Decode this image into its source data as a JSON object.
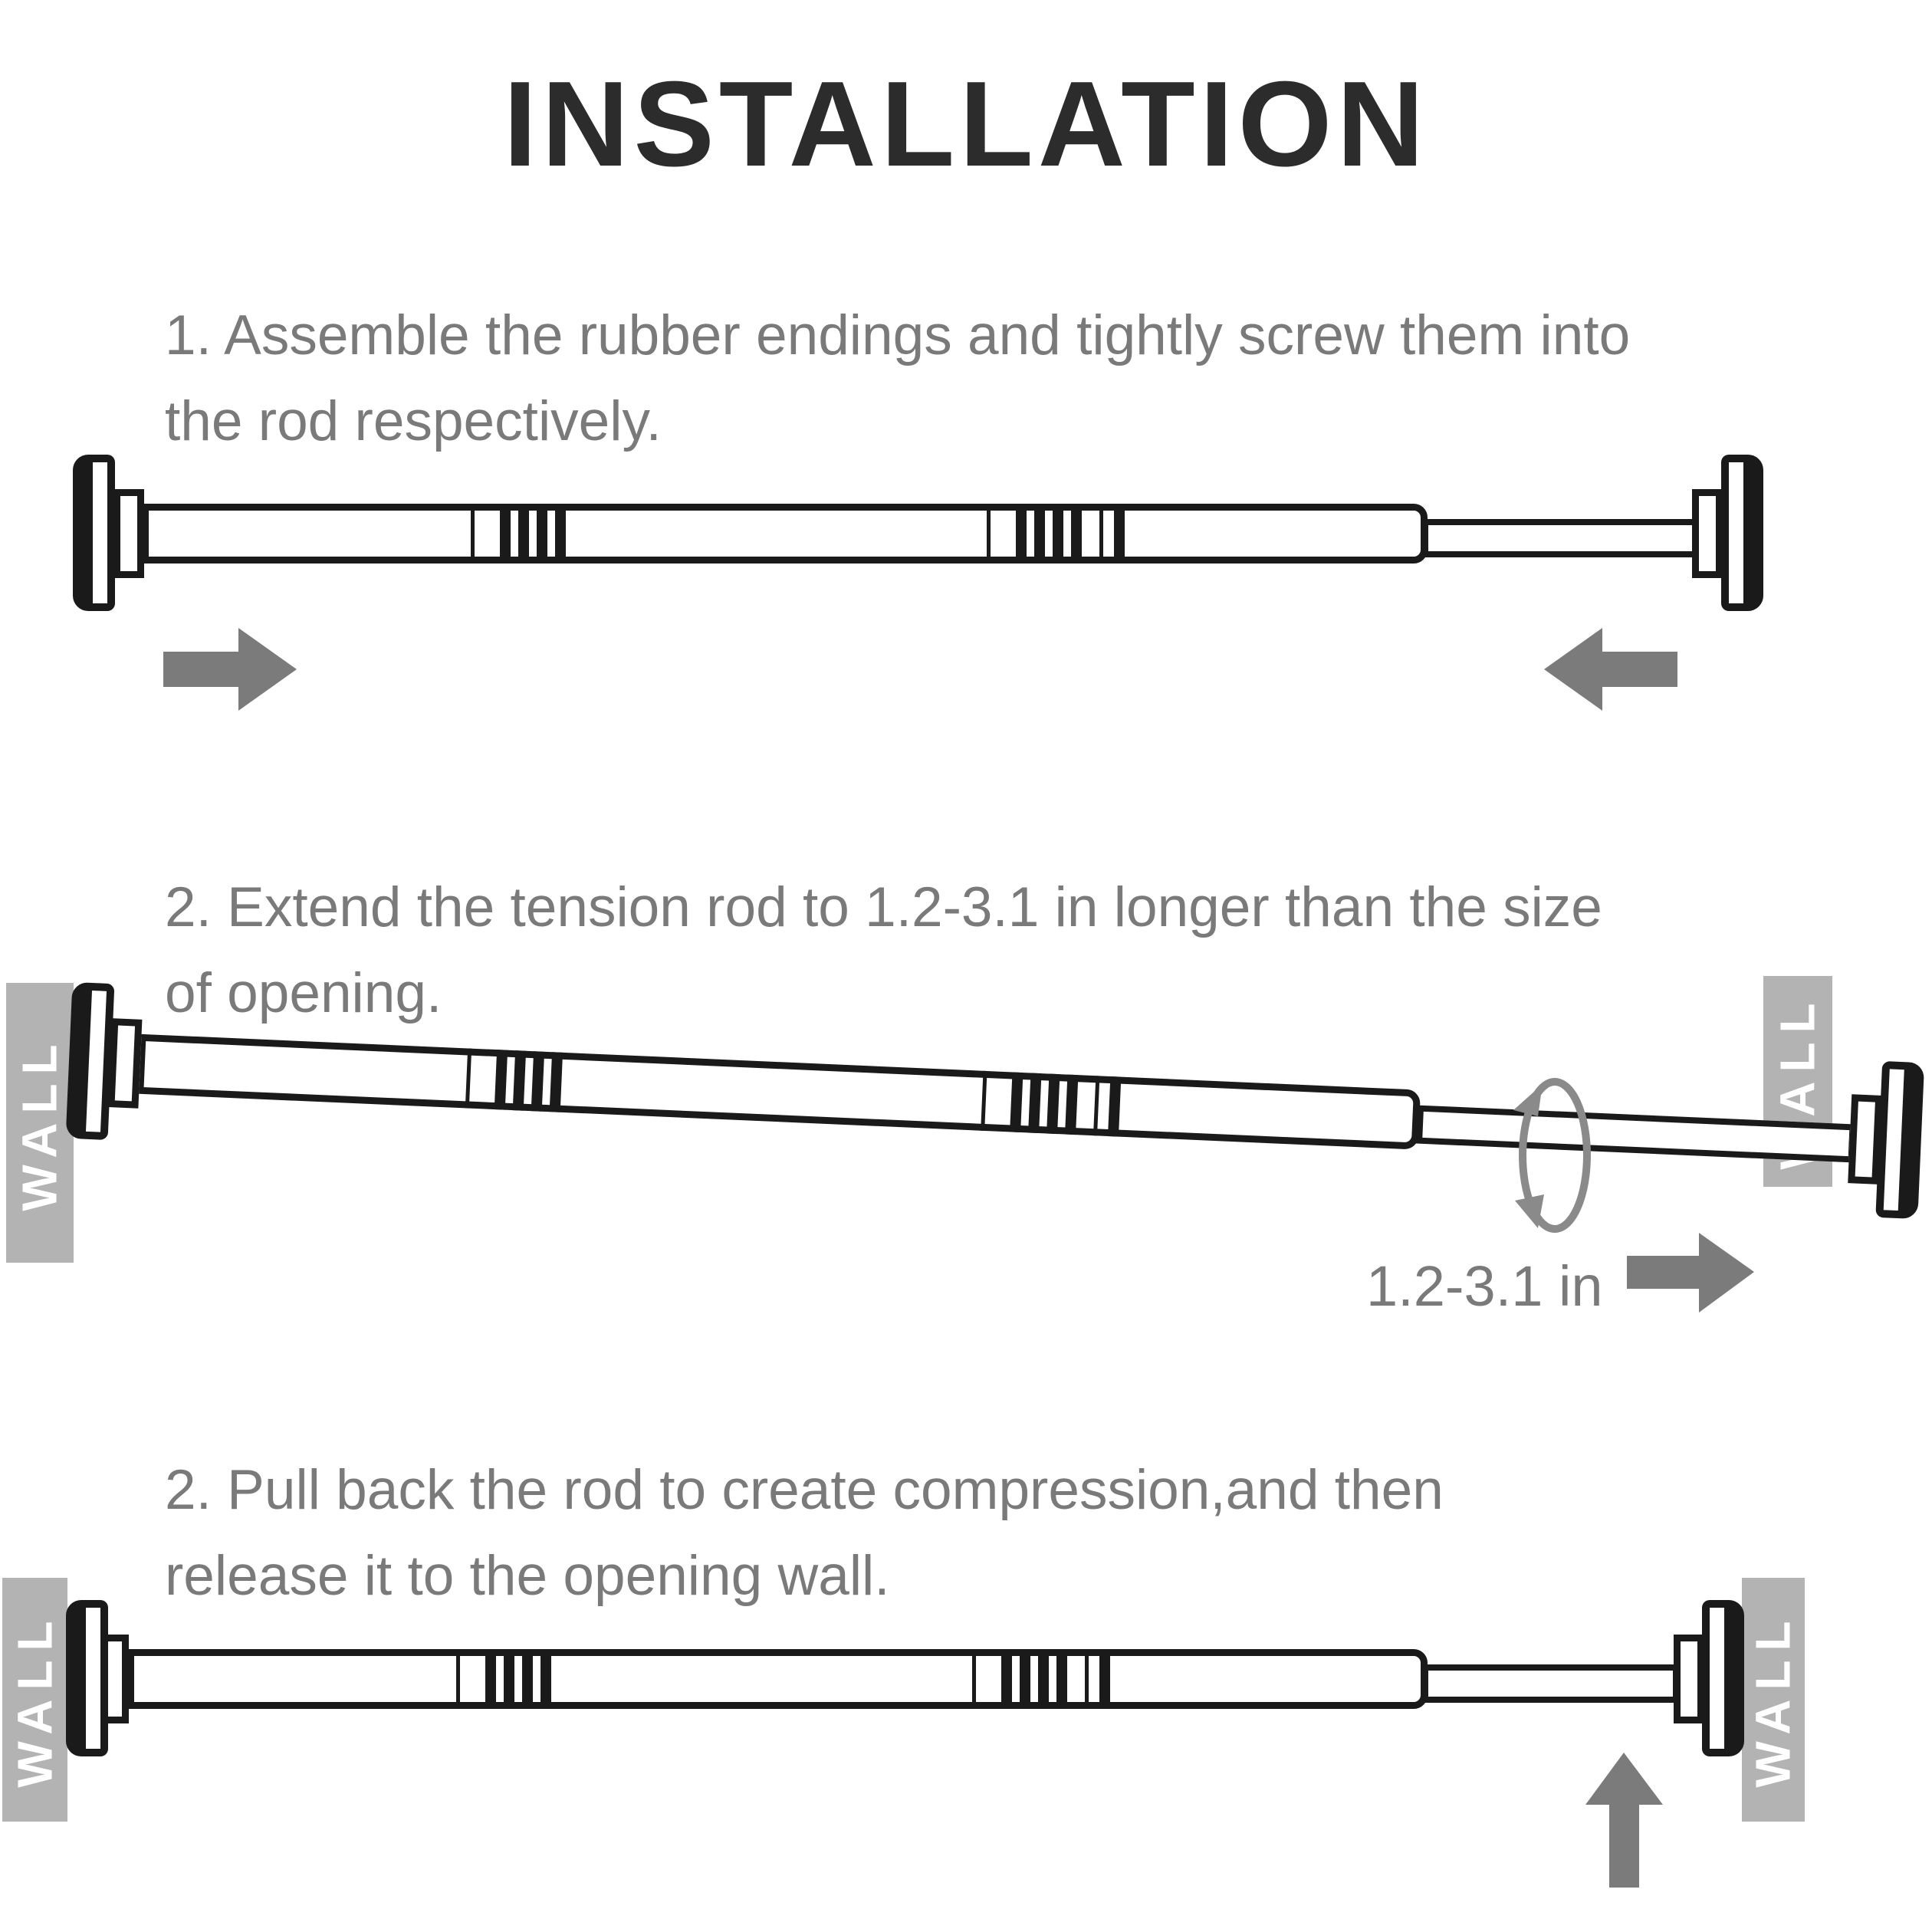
{
  "title": "INSTALLATION",
  "steps": [
    {
      "line1": "1. Assemble the rubber endings and tightly screw them into",
      "line2": "the rod respectively."
    },
    {
      "line1": "2. Extend the tension rod to 1.2-3.1 in longer than the size",
      "line2": "of opening."
    },
    {
      "line1": "2. Pull back the rod to create compression,and then",
      "line2": "release it to the opening wall."
    }
  ],
  "labels": {
    "wall": "WALL",
    "extension_range": "1.2-3.1 in"
  },
  "icons": {
    "step1_left": "push-right-arrow-icon",
    "step1_right": "push-left-arrow-icon",
    "step2_rotate": "rotate-arrow-icon",
    "step2_extend": "push-right-arrow-icon",
    "step3_up": "push-up-arrow-icon"
  },
  "colors": {
    "outline": "#1a1a1a",
    "wall_fill": "#b3b3b3",
    "wall_text": "#ffffff",
    "arrow": "#7b7b7b",
    "body_text": "#7a7a7a",
    "title_text": "#2c2c2c",
    "rotate_arrow": "#8a8a8a"
  }
}
